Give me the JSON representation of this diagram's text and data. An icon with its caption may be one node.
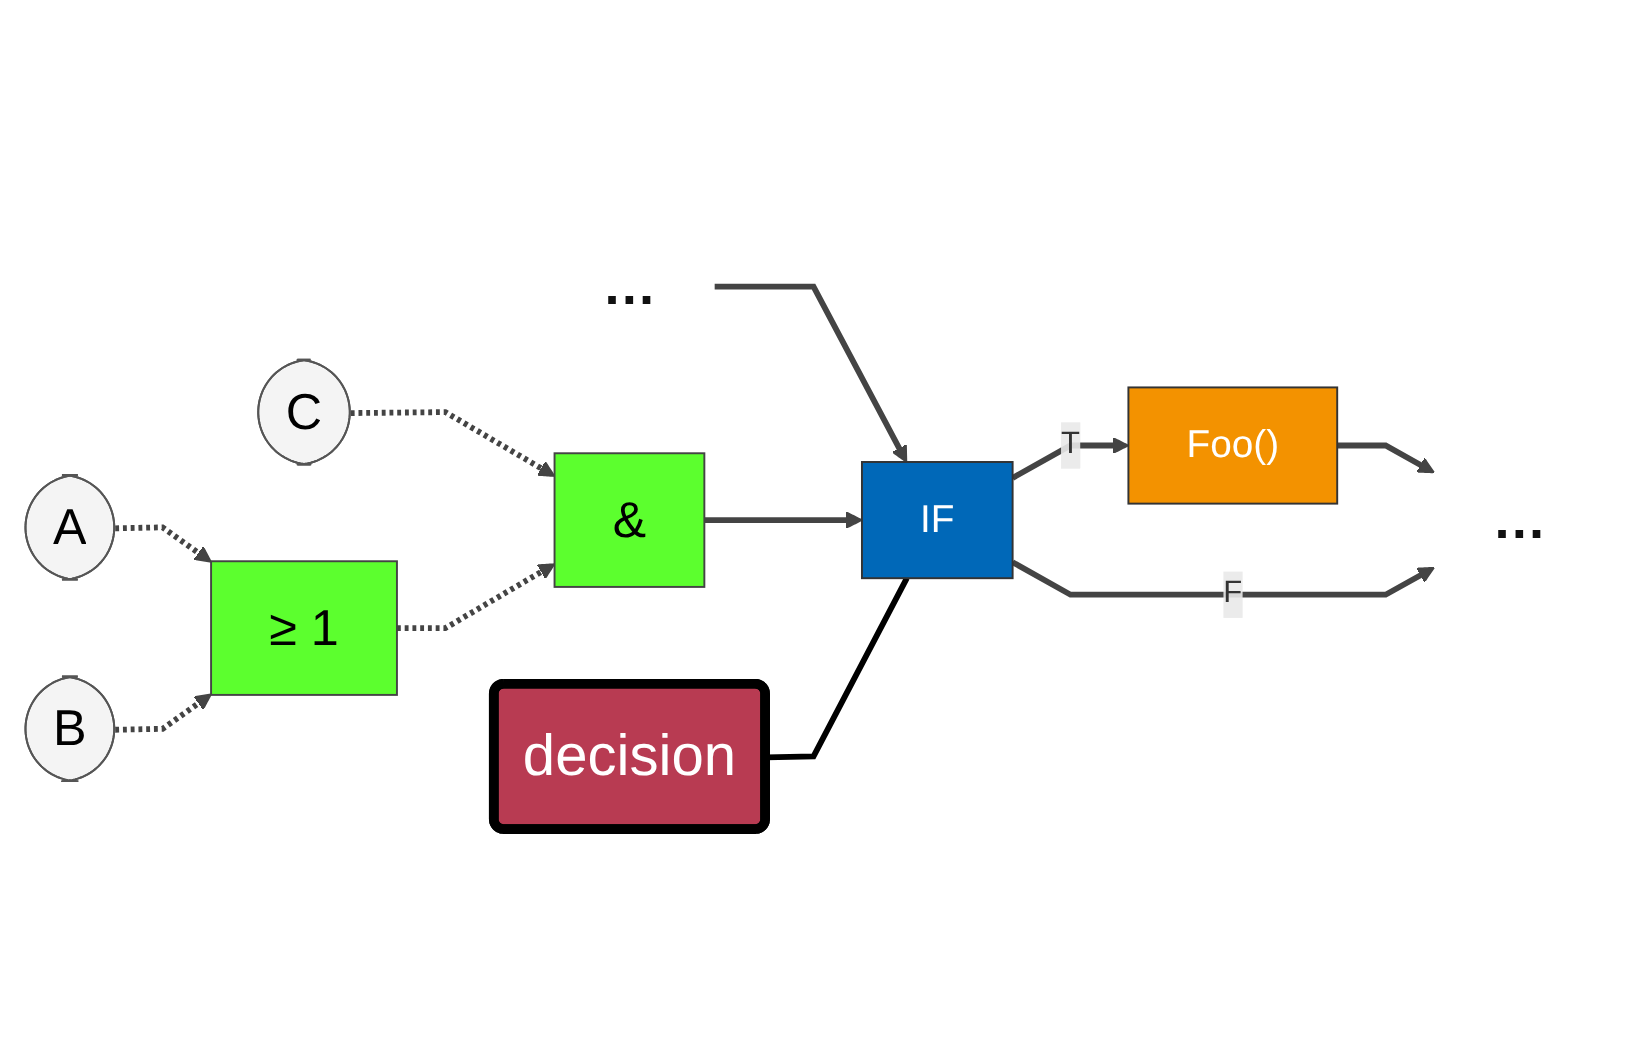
{
  "diagram": {
    "nodes": [
      {
        "text": [
          "…"
        ]
      },
      {
        "text": [
          "IF"
        ]
      },
      {
        "text": [
          "Foo()"
        ]
      },
      {
        "text": [
          "…"
        ]
      },
      {
        "text": [
          "&"
        ]
      },
      {
        "text": [
          "C"
        ]
      },
      {
        "text": [
          "≥ 1"
        ]
      },
      {
        "text": [
          "A"
        ]
      },
      {
        "text": [
          "B"
        ]
      },
      {
        "text": [
          "decision"
        ]
      }
    ],
    "edges": [
      {
        "from": 0,
        "to": 1,
        "arrow": "to"
      },
      {
        "from": 1,
        "to": 2,
        "arrow": "to",
        "label": "T"
      },
      {
        "from": 2,
        "to": 3,
        "arrow": "to"
      },
      {
        "from": 1,
        "to": 3,
        "arrow": "to",
        "label": "F"
      },
      {
        "from": 4,
        "to": 1,
        "arrow": "to"
      },
      {
        "from": 5,
        "to": 4,
        "arrow": "to",
        "style": "dashed"
      },
      {
        "from": 6,
        "to": 4,
        "arrow": "to",
        "style": "dashed"
      },
      {
        "from": 7,
        "to": 6,
        "arrow": "to",
        "style": "dashed"
      },
      {
        "from": 8,
        "to": 6,
        "arrow": "to",
        "style": "dashed"
      },
      {
        "from": 9,
        "to": 1,
        "arrow": "none",
        "color": "#000000"
      }
    ]
  }
}
